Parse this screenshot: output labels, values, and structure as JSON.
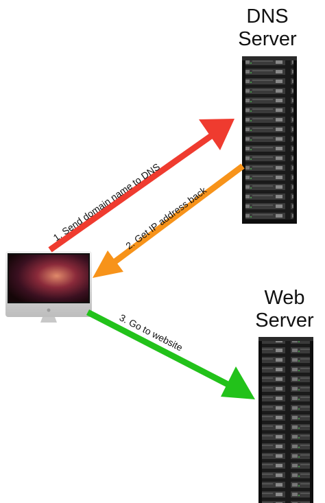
{
  "labels": {
    "dns_line1": "DNS",
    "dns_line2": "Server",
    "web_line1": "Web",
    "web_line2": "Server"
  },
  "steps": [
    {
      "text": "1. Send domain name to DNS",
      "color": "#ef3b2f"
    },
    {
      "text": "2. Get IP address back",
      "color": "#f7931a"
    },
    {
      "text": "3. Go to website",
      "color": "#22c21a"
    }
  ],
  "icons": {
    "computer": "imac-computer-icon",
    "dns_server": "server-rack-icon",
    "web_server": "server-rack-icon"
  }
}
